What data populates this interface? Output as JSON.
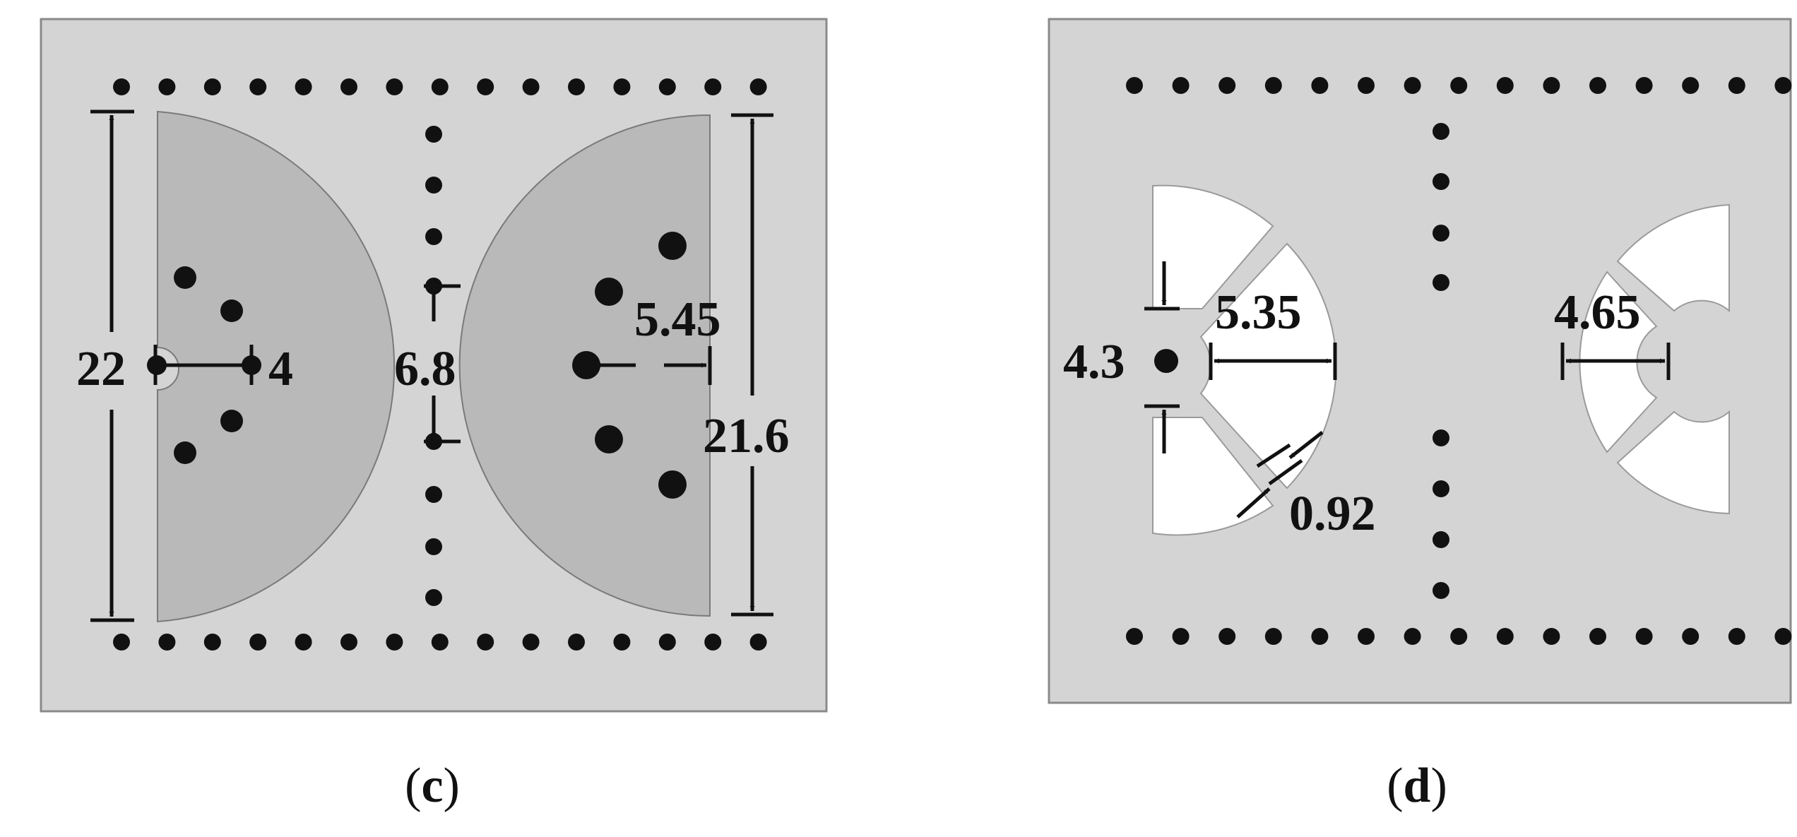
{
  "panels": [
    {
      "caption": {
        "open": "(",
        "letter": "c",
        "close": ")"
      },
      "dimensions": [
        "22",
        "4",
        "6.8",
        "5.45",
        "21.6"
      ]
    },
    {
      "caption": {
        "open": "(",
        "letter": "d",
        "close": ")"
      },
      "dimensions": [
        "4.3",
        "5.35",
        "4.65",
        "0.92"
      ]
    }
  ]
}
